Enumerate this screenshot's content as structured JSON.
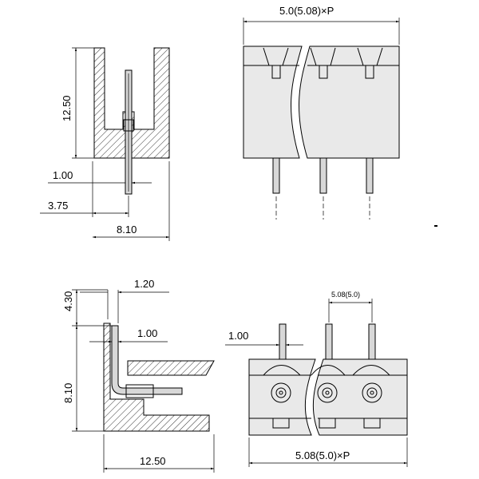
{
  "top_left_view": {
    "height_label": "12.50",
    "pin_label": "1.00",
    "offset_label": "3.75",
    "width_label": "8.10"
  },
  "top_right_view": {
    "pitch_label": "5.0(5.08)×P"
  },
  "bottom_left_view": {
    "top_height_label": "4.30",
    "top_width_label": "1.20",
    "pin_label": "1.00",
    "body_height_label": "8.10",
    "depth_label": "12.50"
  },
  "bottom_right_view": {
    "pin_label": "1.00",
    "pin_pitch_label": "5.08(5.0)",
    "total_label": "5.08(5.0)×P"
  }
}
